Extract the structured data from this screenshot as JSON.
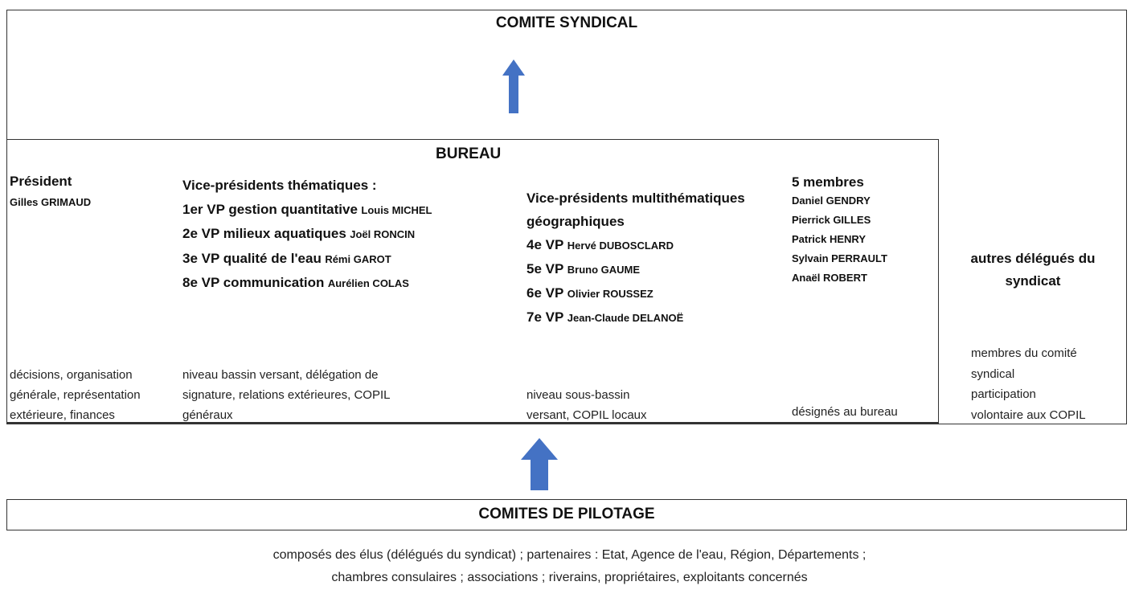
{
  "comite_syndical": {
    "title": "COMITE SYNDICAL"
  },
  "bureau": {
    "title": "BUREAU",
    "president": {
      "heading": "Président",
      "name": "Gilles GRIMAUD",
      "description": [
        "décisions, organisation",
        "générale, représentation",
        "extérieure, finances"
      ]
    },
    "vp_thematiques": {
      "heading": "Vice-présidents thématiques :",
      "items": [
        {
          "role": "1er VP gestion quantitative",
          "name": "Louis MICHEL"
        },
        {
          "role": "2e VP milieux aquatiques",
          "name": "Joël RONCIN"
        },
        {
          "role": "3e VP qualité de l'eau",
          "name": "Rémi GAROT"
        },
        {
          "role": "8e VP communication",
          "name": "Aurélien COLAS"
        }
      ],
      "description": [
        "niveau bassin versant, délégation de",
        "signature, relations extérieures, COPIL",
        "généraux"
      ]
    },
    "vp_multithematiques": {
      "heading": [
        "Vice-présidents multithématiques",
        "géographiques"
      ],
      "items": [
        {
          "role": "4e VP",
          "name": "Hervé DUBOSCLARD"
        },
        {
          "role": "5e VP",
          "name": "Bruno GAUME"
        },
        {
          "role": "6e VP",
          "name": "Olivier ROUSSEZ"
        },
        {
          "role": "7e VP",
          "name": "Jean-Claude DELANOË"
        }
      ],
      "description": [
        "niveau sous-bassin",
        "versant, COPIL locaux"
      ]
    },
    "membres": {
      "heading": "5 membres",
      "names": [
        "Daniel GENDRY",
        "Pierrick GILLES",
        "Patrick HENRY",
        "Sylvain PERRAULT",
        "Anaël ROBERT"
      ],
      "description": "désignés au bureau"
    }
  },
  "autres_delegues": {
    "heading": [
      "autres délégués du",
      "syndicat"
    ],
    "description": [
      "membres du comité",
      "syndical",
      "participation",
      "volontaire aux COPIL"
    ]
  },
  "comites_pilotage": {
    "title": "COMITES DE PILOTAGE",
    "description": [
      "composés des élus (délégués du syndicat) ; partenaires : Etat, Agence de l'eau, Région, Départements ;",
      "chambres consulaires ; associations ; riverains, propriétaires, exploitants concernés"
    ]
  },
  "colors": {
    "arrow": "#4472c4",
    "border": "#333333"
  }
}
